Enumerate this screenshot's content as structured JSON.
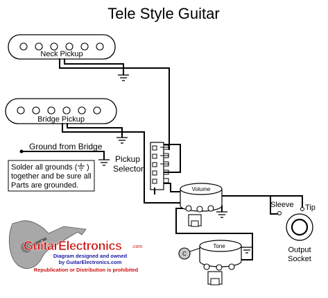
{
  "title": "Tele Style Guitar",
  "labels": {
    "neck_pickup": "Neck Pickup",
    "bridge_pickup": "Bridge Pickup",
    "ground_from_bridge": "Ground from Bridge",
    "pickup_selector_line1": "Pickup",
    "pickup_selector_line2": "Selector",
    "volume": "Volume",
    "tone": "Tone",
    "sleeve": "Sleeve",
    "tip": "Tip",
    "output_line1": "Output",
    "output_line2": "Socket",
    "capacitor": "C"
  },
  "note": {
    "line1_pre": "Solder all grounds (",
    "line1_post": ")",
    "line2": "together and be sure all",
    "line3": "Parts are grounded."
  },
  "branding": {
    "logo_text": "GuitarElectronics",
    "logo_suffix": ".com",
    "credit_line1": "Diagram designed and owned",
    "credit_line2": "by GuitarElectronics.com",
    "credit_line3": "Republication or Distribution is prohibited"
  },
  "colors": {
    "line": "#000000",
    "logo_red": "#cc1111",
    "credit_blue": "#1a1aa6",
    "credit_red": "#cc1111",
    "capacitor_fill": "#c9c9c9"
  }
}
